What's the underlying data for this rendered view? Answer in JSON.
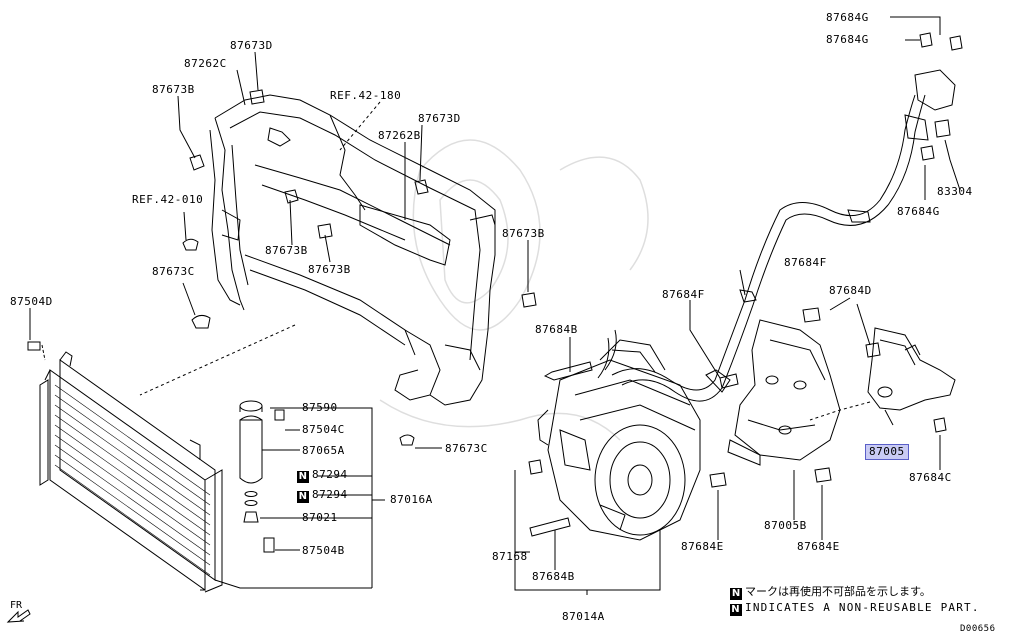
{
  "labels": {
    "l87673D_top": "87673D",
    "l87262C": "87262C",
    "l87673B_top": "87673B",
    "ref42_180": "REF.42-180",
    "l87673D_mid": "87673D",
    "l87262B": "87262B",
    "ref42_010": "REF.42-010",
    "l87673B_mid1": "87673B",
    "l87673B_mid2": "87673B",
    "l87673B_right": "87673B",
    "l87673C_left": "87673C",
    "l87673C_low": "87673C",
    "l87504D": "87504D",
    "l87590": "87590",
    "l87504C": "87504C",
    "l87065A": "87065A",
    "l87294_a": "87294",
    "l87294_b": "87294",
    "l87016A": "87016A",
    "l87021": "87021",
    "l87504B": "87504B",
    "l87684B_top": "87684B",
    "l87684F_left": "87684F",
    "l87684F_right": "87684F",
    "l87684D": "87684D",
    "l87684G_top1": "87684G",
    "l87684G_top2": "87684G",
    "l83304": "83304",
    "l87684G_low": "87684G",
    "l87005": "87005",
    "l87684C": "87684C",
    "l87005B": "87005B",
    "l87684E_a": "87684E",
    "l87684E_b": "87684E",
    "l87168": "87168",
    "l87684B_low": "87684B",
    "l87014A": "87014A"
  },
  "marks": {
    "non_reusable": "N"
  },
  "legend": {
    "jp": "マークは再使用不可部品を示します。",
    "en": "INDICATES A NON-REUSABLE PART."
  },
  "diagram_code": "D00656",
  "orientation": "FR",
  "colors": {
    "highlight_fill": "#c9cbf4",
    "highlight_border": "#5a5fc8",
    "line": "#000000"
  }
}
